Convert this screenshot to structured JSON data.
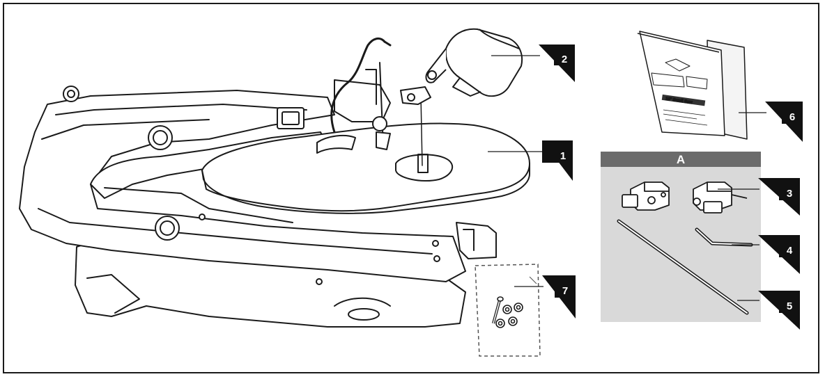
{
  "figure": {
    "callouts": [
      {
        "id": "1",
        "label": "1"
      },
      {
        "id": "2",
        "label": "2"
      },
      {
        "id": "3",
        "label": "3"
      },
      {
        "id": "4",
        "label": "4"
      },
      {
        "id": "5",
        "label": "5"
      },
      {
        "id": "6",
        "label": "6"
      },
      {
        "id": "7",
        "label": "7"
      }
    ],
    "accessory_panel": {
      "title": "A"
    },
    "manual": {
      "cover_title": "16\" Scroll Saw"
    },
    "colors": {
      "line": "#1a1a1a",
      "panel_bg": "#d9d9d9",
      "panel_header": "#6b6b6b",
      "callout": "#111111"
    }
  }
}
